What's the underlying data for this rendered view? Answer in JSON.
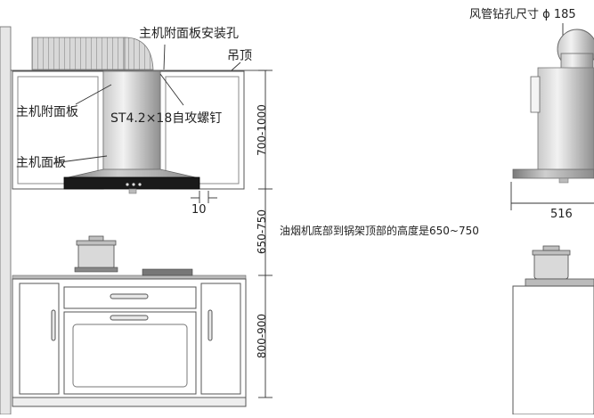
{
  "labels": {
    "install_hole": "主机附面板安装孔",
    "ceiling": "吊顶",
    "aux_panel": "主机附面板",
    "screw": "ST4.2×18自攻螺钉",
    "main_panel": "主机面板",
    "gap": "10",
    "dim_top": "700-1000",
    "dim_mid": "650-750",
    "dim_bottom": "800-900",
    "height_note": "油烟机底部到锅架顶部的高度是650~750",
    "duct_hole": "风管钻孔尺寸 ϕ 185",
    "depth": "516"
  }
}
